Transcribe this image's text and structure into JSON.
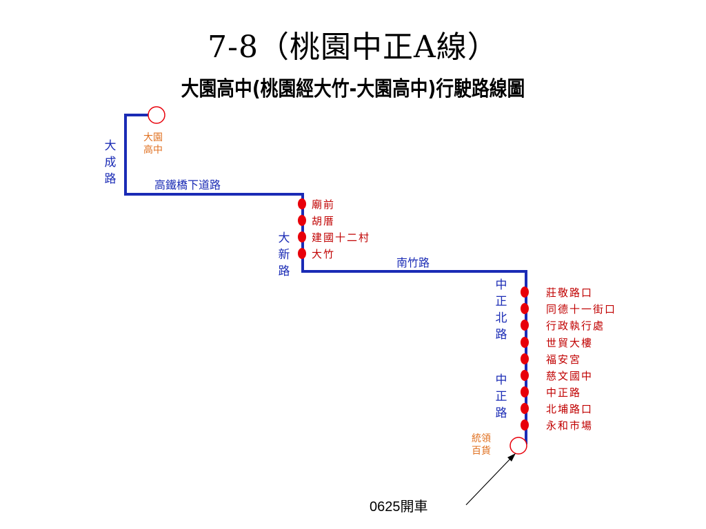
{
  "title": "7-8（桃園中正A線）",
  "subtitle": "大園高中(桃園經大竹-大園高中)行駛路線圖",
  "colors": {
    "route": "#1a2bb5",
    "stop": "#e8000a",
    "stop_label": "#c00000",
    "terminal": "#e07020"
  },
  "terminals": {
    "start": "大園高中",
    "end": "統領百貨"
  },
  "roads": {
    "dacheng": "大成路",
    "hsr_underpass": "高鐵橋下道路",
    "daxin": "大新路",
    "nanzhu": "南竹路",
    "zhongzheng_north": "中正北路",
    "zhongzheng": "中正路"
  },
  "stops_daxin": [
    "廟前",
    "胡厝",
    "建國十二村",
    "大竹"
  ],
  "stops_zhongzheng": [
    "莊敬路口",
    "同德十一街口",
    "行政執行處",
    "世貿大樓",
    "福安宮",
    "慈文國中",
    "中正路",
    "北埔路口",
    "永和市場"
  ],
  "departure_note": "0625開車"
}
